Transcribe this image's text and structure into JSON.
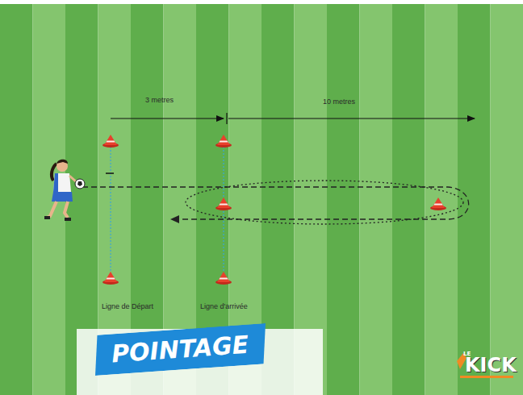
{
  "diagram": {
    "nodes": [
      {
        "text": [
          "POINTAGE"
        ]
      }
    ],
    "labels": [
      "3 metres",
      "10 metres",
      "Ligne de Départ",
      "Ligne d'arrivée",
      "LE",
      "KICK"
    ]
  }
}
